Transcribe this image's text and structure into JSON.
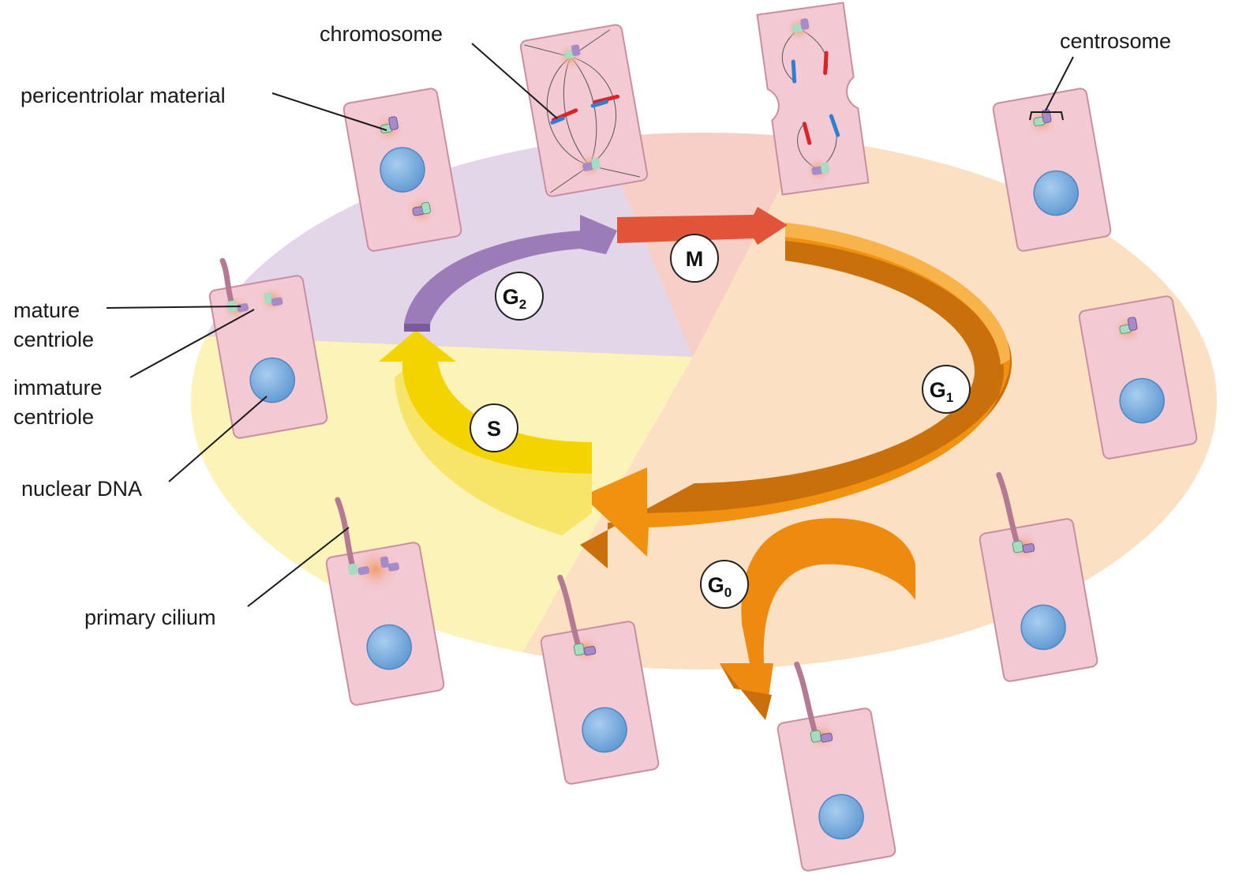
{
  "labels": {
    "chromosome": "chromosome",
    "centrosome": "centrosome",
    "pericentriolar_material": "pericentriolar material",
    "mature_centriole_line1": "mature",
    "mature_centriole_line2": "centriole",
    "immature_centriole_line1": "immature",
    "immature_centriole_line2": "centriole",
    "nuclear_dna": "nuclear DNA",
    "primary_cilium": "primary cilium"
  },
  "phases": {
    "m": {
      "letter": "M",
      "sub": ""
    },
    "g2": {
      "letter": "G",
      "sub": "2"
    },
    "s": {
      "letter": "S",
      "sub": ""
    },
    "g1": {
      "letter": "G",
      "sub": "1"
    },
    "g0": {
      "letter": "G",
      "sub": "0"
    }
  },
  "colors": {
    "ellipse_orange": "#fbe0c4",
    "sector_purple": "#e2d6e8",
    "sector_pink": "#f7cfc6",
    "sector_yellow": "#fbf3b8",
    "arrow_m": "#e2543a",
    "arrow_g2": "#9b7bb8",
    "arrow_s": "#f3d400",
    "arrow_g1": "#f0920f",
    "cell_fill": "#f3c9d3",
    "cell_stroke": "#c98e9f",
    "nucleus": "#7eb1e0",
    "pcm": "#f0a074",
    "centriole_green": "#a8dcc0",
    "centriole_purple": "#a78bc9",
    "cilium": "#b57a93"
  }
}
